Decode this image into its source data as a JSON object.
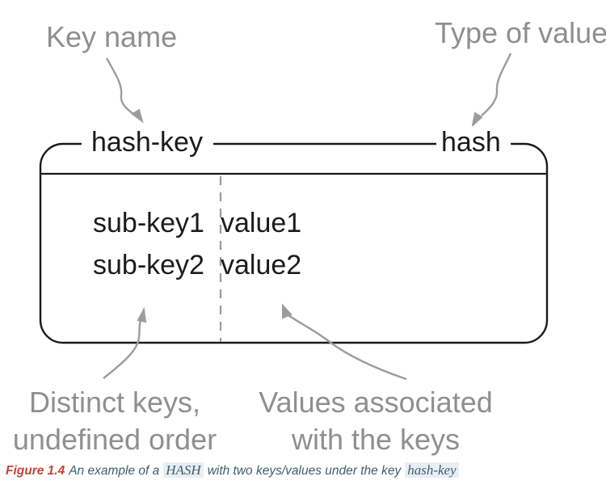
{
  "diagram": {
    "top_labels": {
      "key_name": "Key name",
      "type_of_value": "Type of value"
    },
    "box": {
      "key_label": "hash-key",
      "type_label": "hash",
      "rows": [
        {
          "key": "sub-key1",
          "value": "value1"
        },
        {
          "key": "sub-key2",
          "value": "value2"
        }
      ]
    },
    "bottom_labels": {
      "keys_note_line1": "Distinct keys,",
      "keys_note_line2": "undefined order",
      "values_note_line1": "Values associated",
      "values_note_line2": "with the keys"
    }
  },
  "caption": {
    "figure_label": "Figure 1.4",
    "text_before": "An example of a",
    "code_hash": "HASH",
    "text_middle": "with two keys/values under the key",
    "code_key": "hash-key"
  },
  "colors": {
    "box_border": "#1a1a1a",
    "box_text": "#1b1b1b",
    "annotation_gray": "#8f8f8f",
    "arrow_gray": "#9c9c9c",
    "divider_gray": "#9a9a9a",
    "caption_red": "#c0453b",
    "caption_slate": "#3d5e6e",
    "code_highlight_bg": "#e9eef5"
  }
}
